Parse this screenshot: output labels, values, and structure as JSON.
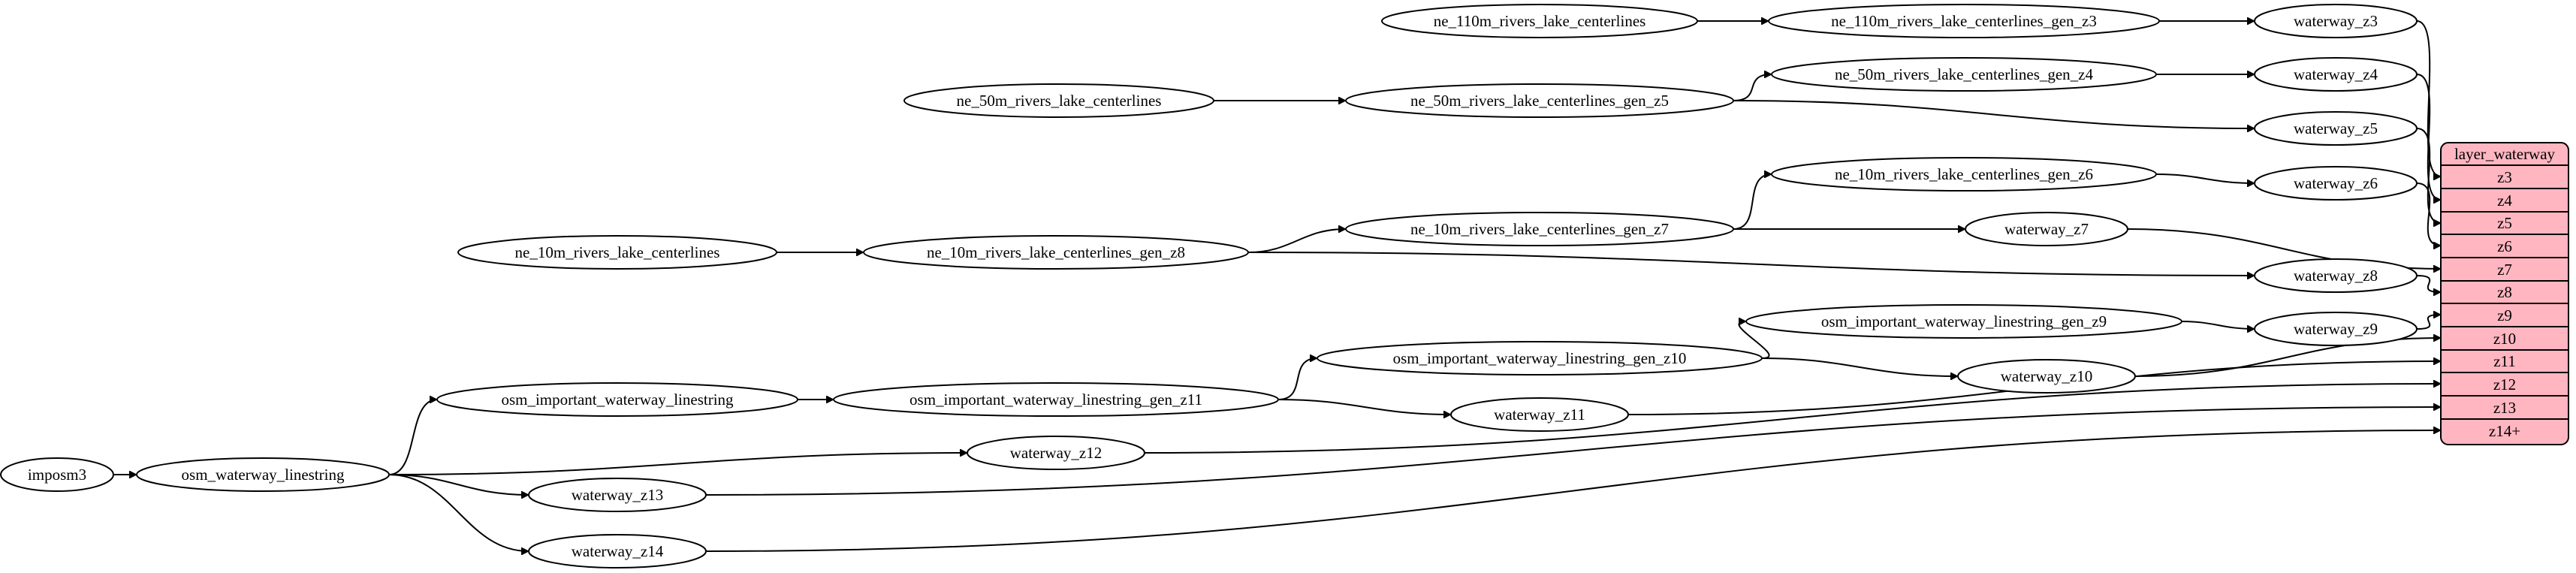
{
  "colors": {
    "node_fill": "#ffffff",
    "stroke": "#000000",
    "record_fill": "#ffb6c1"
  },
  "nodes": {
    "ne_110m_rivers_lake_centerlines": "ne_110m_rivers_lake_centerlines",
    "ne_110m_rivers_lake_centerlines_gen_z3": "ne_110m_rivers_lake_centerlines_gen_z3",
    "waterway_z3": "waterway_z3",
    "ne_50m_rivers_lake_centerlines": "ne_50m_rivers_lake_centerlines",
    "ne_50m_rivers_lake_centerlines_gen_z5": "ne_50m_rivers_lake_centerlines_gen_z5",
    "ne_50m_rivers_lake_centerlines_gen_z4": "ne_50m_rivers_lake_centerlines_gen_z4",
    "waterway_z4": "waterway_z4",
    "waterway_z5": "waterway_z5",
    "ne_10m_rivers_lake_centerlines_gen_z6": "ne_10m_rivers_lake_centerlines_gen_z6",
    "waterway_z6": "waterway_z6",
    "ne_10m_rivers_lake_centerlines": "ne_10m_rivers_lake_centerlines",
    "ne_10m_rivers_lake_centerlines_gen_z8": "ne_10m_rivers_lake_centerlines_gen_z8",
    "ne_10m_rivers_lake_centerlines_gen_z7": "ne_10m_rivers_lake_centerlines_gen_z7",
    "waterway_z7": "waterway_z7",
    "waterway_z8": "waterway_z8",
    "osm_important_waterway_linestring_gen_z9": "osm_important_waterway_linestring_gen_z9",
    "waterway_z9": "waterway_z9",
    "osm_important_waterway_linestring_gen_z10": "osm_important_waterway_linestring_gen_z10",
    "waterway_z10": "waterway_z10",
    "osm_important_waterway_linestring": "osm_important_waterway_linestring",
    "osm_important_waterway_linestring_gen_z11": "osm_important_waterway_linestring_gen_z11",
    "waterway_z11": "waterway_z11",
    "imposm3": "imposm3",
    "osm_waterway_linestring": "osm_waterway_linestring",
    "waterway_z12": "waterway_z12",
    "waterway_z13": "waterway_z13",
    "waterway_z14": "waterway_z14"
  },
  "edges": [
    [
      "ne_110m_rivers_lake_centerlines",
      "ne_110m_rivers_lake_centerlines_gen_z3"
    ],
    [
      "ne_110m_rivers_lake_centerlines_gen_z3",
      "waterway_z3"
    ],
    [
      "ne_50m_rivers_lake_centerlines",
      "ne_50m_rivers_lake_centerlines_gen_z5"
    ],
    [
      "ne_50m_rivers_lake_centerlines_gen_z5",
      "ne_50m_rivers_lake_centerlines_gen_z4"
    ],
    [
      "ne_50m_rivers_lake_centerlines_gen_z4",
      "waterway_z4"
    ],
    [
      "ne_50m_rivers_lake_centerlines_gen_z5",
      "waterway_z5"
    ],
    [
      "ne_10m_rivers_lake_centerlines",
      "ne_10m_rivers_lake_centerlines_gen_z8"
    ],
    [
      "ne_10m_rivers_lake_centerlines_gen_z8",
      "ne_10m_rivers_lake_centerlines_gen_z7"
    ],
    [
      "ne_10m_rivers_lake_centerlines_gen_z7",
      "ne_10m_rivers_lake_centerlines_gen_z6"
    ],
    [
      "ne_10m_rivers_lake_centerlines_gen_z6",
      "waterway_z6"
    ],
    [
      "ne_10m_rivers_lake_centerlines_gen_z7",
      "waterway_z7"
    ],
    [
      "ne_10m_rivers_lake_centerlines_gen_z8",
      "waterway_z8"
    ],
    [
      "osm_important_waterway_linestring_gen_z10",
      "osm_important_waterway_linestring_gen_z9"
    ],
    [
      "osm_important_waterway_linestring_gen_z9",
      "waterway_z9"
    ],
    [
      "osm_important_waterway_linestring_gen_z11",
      "osm_important_waterway_linestring_gen_z10"
    ],
    [
      "osm_important_waterway_linestring_gen_z10",
      "waterway_z10"
    ],
    [
      "osm_important_waterway_linestring",
      "osm_important_waterway_linestring_gen_z11"
    ],
    [
      "osm_important_waterway_linestring_gen_z11",
      "waterway_z11"
    ],
    [
      "imposm3",
      "osm_waterway_linestring"
    ],
    [
      "osm_waterway_linestring",
      "osm_important_waterway_linestring"
    ],
    [
      "osm_waterway_linestring",
      "waterway_z12"
    ],
    [
      "osm_waterway_linestring",
      "waterway_z13"
    ],
    [
      "osm_waterway_linestring",
      "waterway_z14"
    ],
    [
      "waterway_z3",
      "layer_waterway.z3"
    ],
    [
      "waterway_z4",
      "layer_waterway.z4"
    ],
    [
      "waterway_z5",
      "layer_waterway.z5"
    ],
    [
      "waterway_z6",
      "layer_waterway.z6"
    ],
    [
      "waterway_z7",
      "layer_waterway.z7"
    ],
    [
      "waterway_z8",
      "layer_waterway.z8"
    ],
    [
      "waterway_z9",
      "layer_waterway.z9"
    ],
    [
      "waterway_z10",
      "layer_waterway.z10"
    ],
    [
      "waterway_z11",
      "layer_waterway.z11"
    ],
    [
      "waterway_z12",
      "layer_waterway.z12"
    ],
    [
      "waterway_z13",
      "layer_waterway.z13"
    ],
    [
      "waterway_z14",
      "layer_waterway.z14plus"
    ]
  ],
  "layer_waterway": {
    "title": "layer_waterway",
    "cells": {
      "z3": "z3",
      "z4": "z4",
      "z5": "z5",
      "z6": "z6",
      "z7": "z7",
      "z8": "z8",
      "z9": "z9",
      "z10": "z10",
      "z11": "z11",
      "z12": "z12",
      "z13": "z13",
      "z14plus": "z14+"
    }
  }
}
